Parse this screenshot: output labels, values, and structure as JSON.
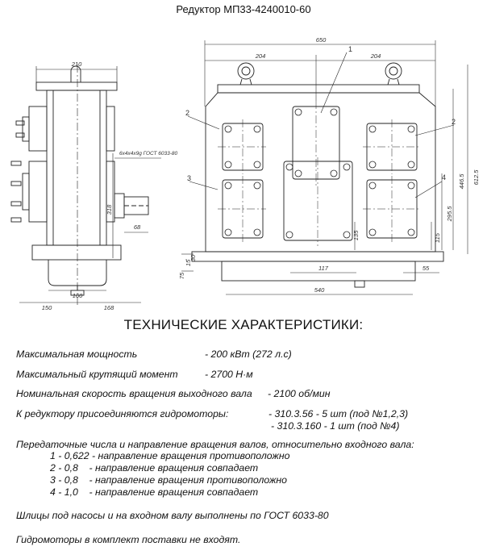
{
  "title": "Редуктор МП33-4240010-60",
  "drawing": {
    "side_view": {
      "dim_top": "210",
      "dim_bottom_inner": "160",
      "dim_bottom_left": "150",
      "dim_bottom_right": "168",
      "dim_height": "318",
      "dim_shaft": "68",
      "spline_label": "6x4x4x9g ГОСТ 6033-80"
    },
    "front_view": {
      "dim_overall": "650",
      "dim_left": "204",
      "dim_right": "204",
      "dim_h1": "446.5",
      "dim_h2": "612.5",
      "dim_h3": "295.5",
      "dim_h4": "115",
      "dim_h5": "135",
      "dim_base": "540",
      "dim_inner": "117",
      "dim_55": "55",
      "dim_30": "30",
      "dim_15": "15",
      "dim_75": "75",
      "callouts": [
        "1",
        "2",
        "2",
        "3",
        "4"
      ]
    }
  },
  "heading": "ТЕХНИЧЕСКИЕ ХАРАКТЕРИСТИКИ:",
  "specs": {
    "power_label": "Максимальная мощность",
    "power_value": "-  200 кВт (272 л.с)",
    "torque_label": "Максимальный крутящий момент",
    "torque_value": "-  2700 Н·м",
    "speed_label": "Номинальная скорость вращения выходного вала",
    "speed_value": "-  2100 об/мин",
    "motors_label": "К редуктору присоединяются гидромоторы:",
    "motors_value_1": "- 310.3.56 - 5 шт (под №1,2,3)",
    "motors_value_2": "- 310.3.160 - 1 шт (под №4)",
    "ratios_heading": "Передаточные числа и направление вращения валов, относительно входного вала:",
    "ratios": [
      "1 - 0,622 - направление вращения противоположно",
      "2 - 0,8    - направление вращения совпадает",
      "3 - 0,8    - направление вращения противоположно",
      "4 - 1,0    - направление вращения совпадает"
    ],
    "splines_note": "Шлицы под насосы и на входном валу выполнены по ГОСТ 6033-80",
    "delivery_note": "Гидромоторы в комплект поставки не входят."
  }
}
